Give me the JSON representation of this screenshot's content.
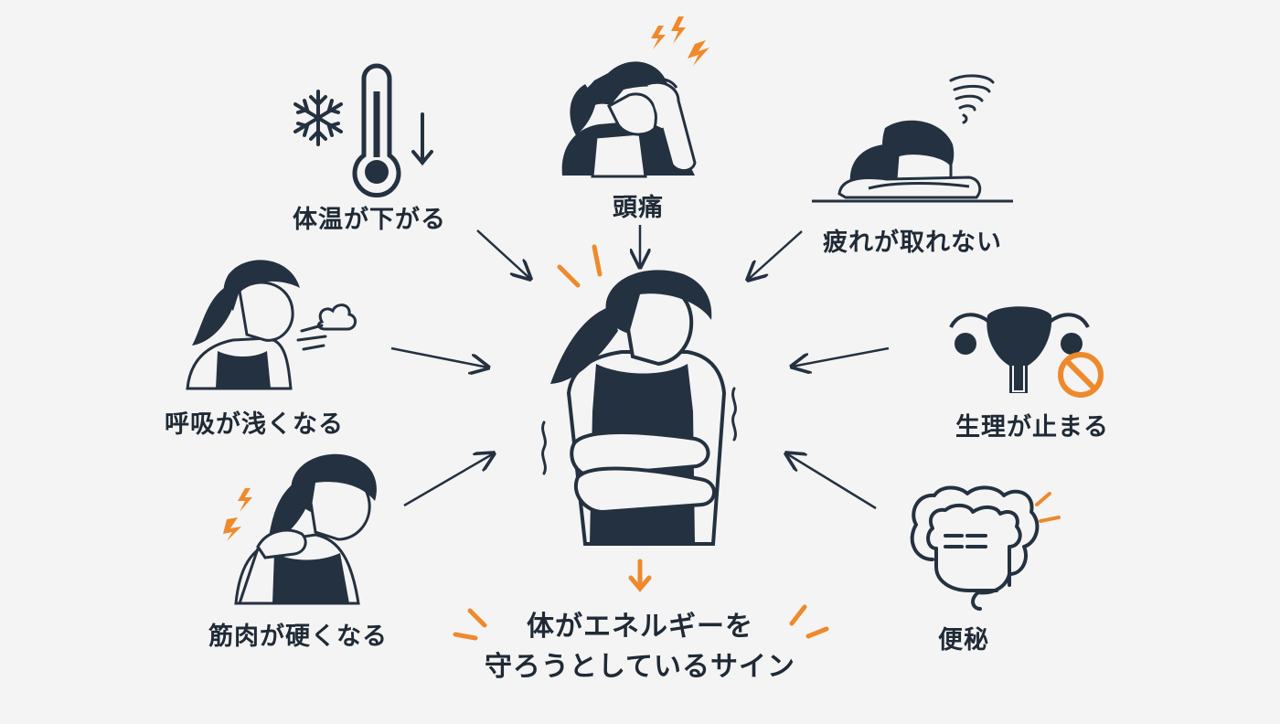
{
  "colors": {
    "ink": "#243140",
    "accent": "#ee8a2c",
    "background": "#f4f4f4"
  },
  "symptoms": {
    "body_temp": "体温が下がる",
    "headache": "頭痛",
    "fatigue": "疲れが取れない",
    "breathing": "呼吸が浅くなる",
    "period": "生理が止まる",
    "muscle": "筋肉が硬くなる",
    "constipation": "便秘"
  },
  "center": {
    "line1": "体がエネルギーを",
    "line2": "守ろうとしているサイン"
  },
  "icons": [
    "snowflake-icon",
    "thermometer-icon",
    "down-arrow-icon",
    "lightning-icon",
    "tornado-icon",
    "breath-cloud-icon",
    "uterus-icon",
    "prohibited-icon",
    "intestine-icon"
  ]
}
